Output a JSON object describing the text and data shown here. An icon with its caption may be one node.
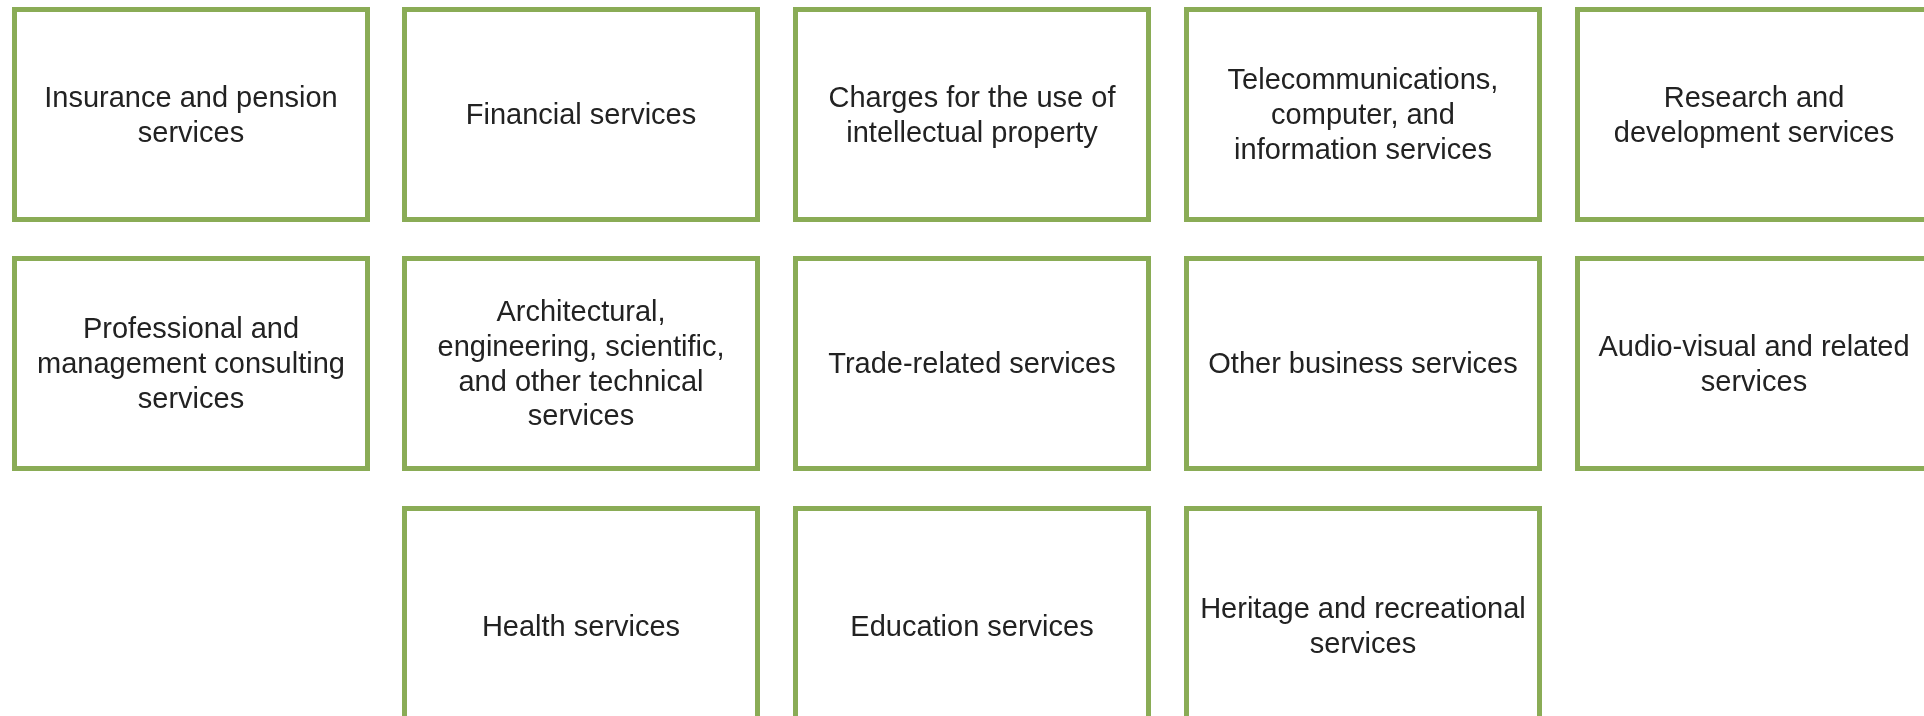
{
  "diagram": {
    "nodes": [
      {
        "text": [
          "Insurance and pension services"
        ]
      },
      {
        "text": [
          "Financial services"
        ]
      },
      {
        "text": [
          "Charges for the use of intellectual property"
        ]
      },
      {
        "text": [
          "Telecommunications, computer, and information services"
        ]
      },
      {
        "text": [
          "Research and development services"
        ]
      },
      {
        "text": [
          "Professional and management consulting services"
        ]
      },
      {
        "text": [
          "Architectural, engineering, scientific, and other technical services"
        ]
      },
      {
        "text": [
          "Trade-related services"
        ]
      },
      {
        "text": [
          "Other business services"
        ]
      },
      {
        "text": [
          "Audio-visual and related services"
        ]
      },
      {
        "text": [
          "Health services"
        ]
      },
      {
        "text": [
          "Education services"
        ]
      },
      {
        "text": [
          "Heritage and recreational services"
        ]
      }
    ]
  }
}
